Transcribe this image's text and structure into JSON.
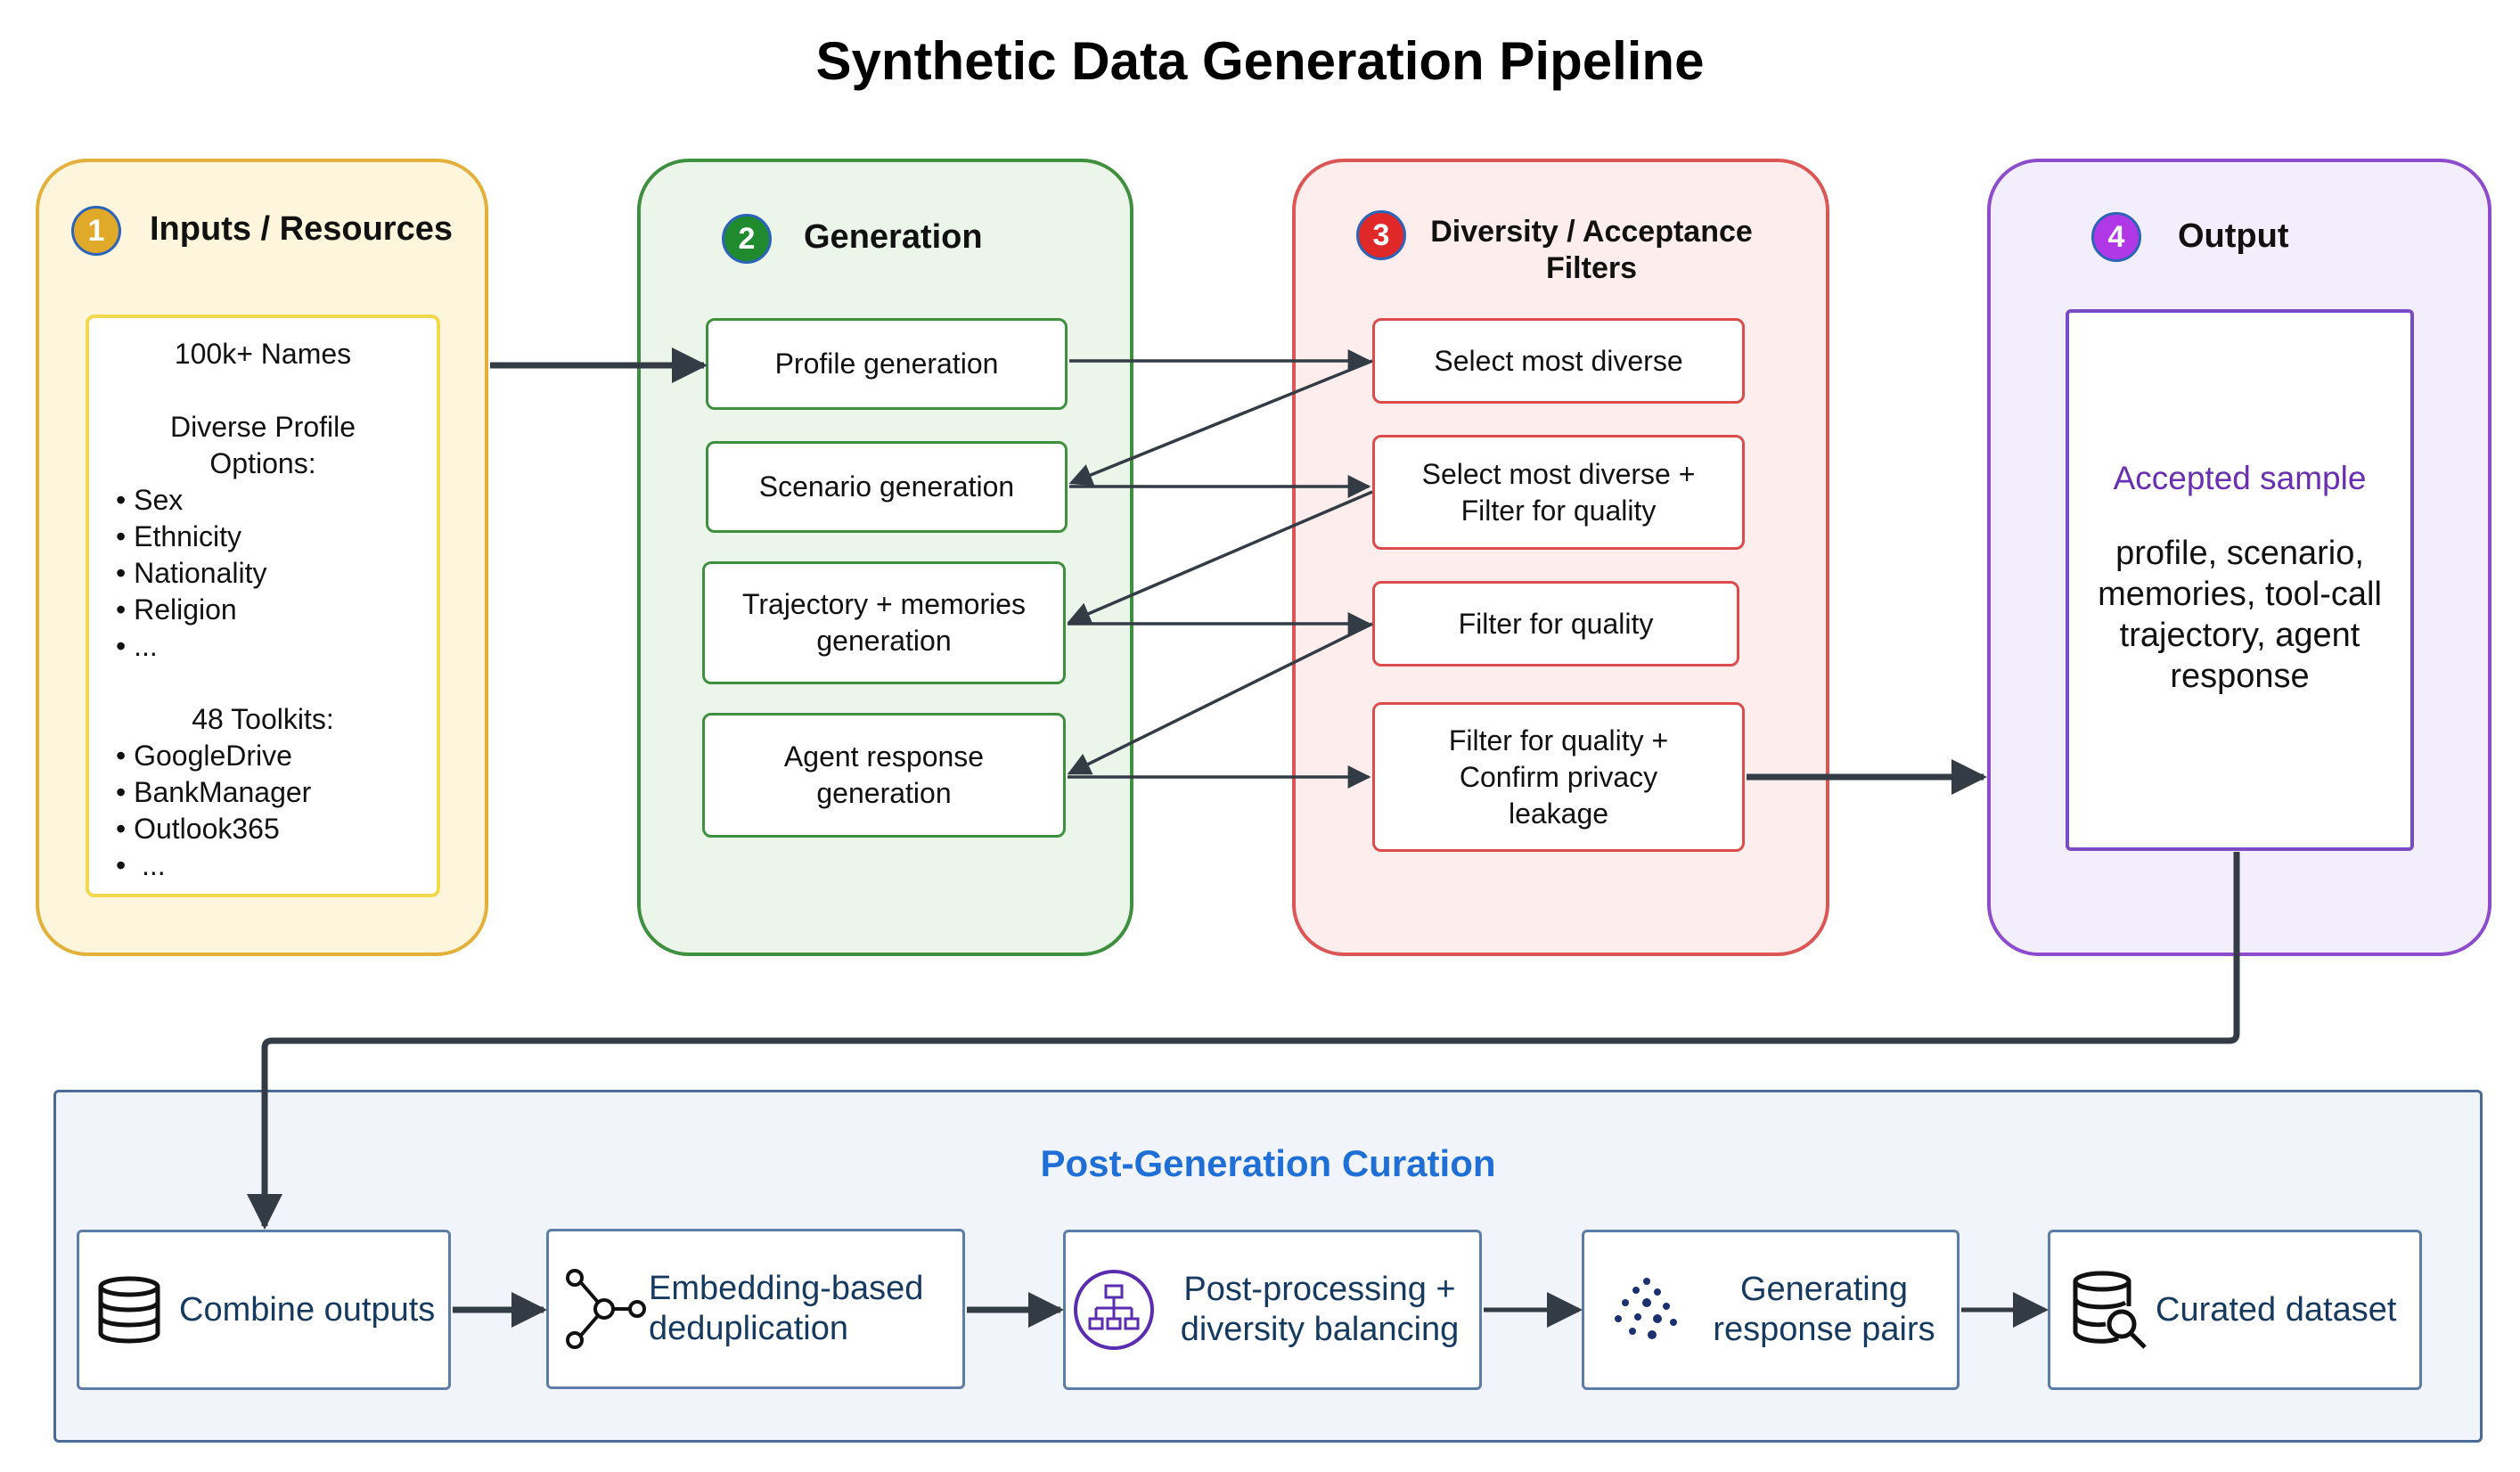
{
  "title": "Synthetic Data Generation Pipeline",
  "colors": {
    "inputs": "#e3b13a",
    "generation": "#3e8f3e",
    "filters": "#dd5656",
    "output": "#8c4ccc",
    "curation": "#1f6fd6"
  },
  "inputs": {
    "badge": "1",
    "heading": "Inputs / Resources",
    "names": "100k+ Names",
    "profile_heading": "Diverse Profile Options:",
    "profile_items": [
      "Sex",
      "Ethnicity",
      "Nationality",
      "Religion",
      "..."
    ],
    "toolkits_heading": "48 Toolkits:",
    "toolkit_items": [
      "GoogleDrive",
      "BankManager",
      "Outlook365",
      " ..."
    ]
  },
  "generation": {
    "badge": "2",
    "heading": "Generation",
    "steps": [
      "Profile generation",
      "Scenario generation",
      "Trajectory + memories generation",
      "Agent response generation"
    ]
  },
  "filters": {
    "badge": "3",
    "heading": "Diversity / Acceptance Filters",
    "steps": [
      "Select most diverse",
      "Select most diverse + Filter for quality",
      "Filter for quality",
      "Filter for quality + Confirm privacy leakage"
    ]
  },
  "output": {
    "badge": "4",
    "heading": "Output",
    "sample_title": "Accepted sample",
    "sample_body": "profile, scenario, memories, tool-call trajectory, agent response"
  },
  "curation": {
    "heading": "Post-Generation Curation",
    "steps": [
      {
        "label": "Combine outputs",
        "icon": "database-icon"
      },
      {
        "label": "Embedding-based deduplication",
        "icon": "graph-nodes-icon"
      },
      {
        "label": "Post-processing + diversity balancing",
        "icon": "hierarchy-icon"
      },
      {
        "label": "Generating response pairs",
        "icon": "scatter-dots-icon"
      },
      {
        "label": "Curated dataset",
        "icon": "database-search-icon"
      }
    ]
  }
}
